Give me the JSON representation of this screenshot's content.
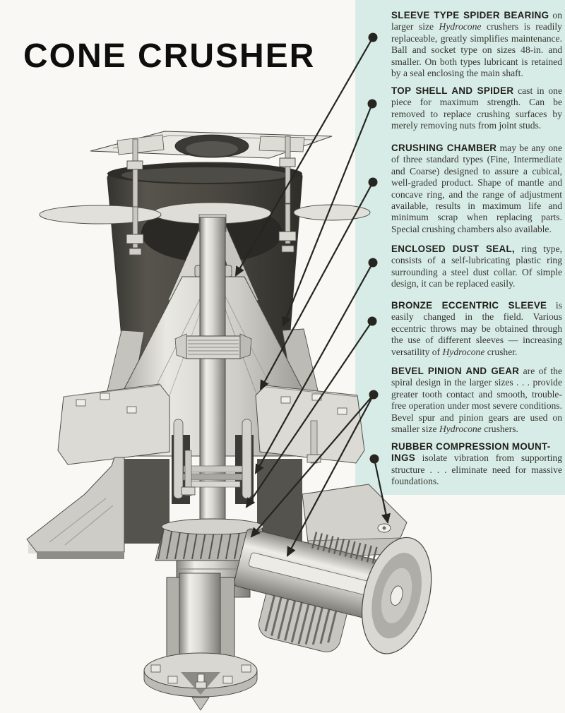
{
  "page": {
    "title": "CONE CRUSHER",
    "colors": {
      "paper": "#f9f8f4",
      "panel_teal": "#d8ece7",
      "ink": "#26251f"
    }
  },
  "diagram": {
    "description": "Cutaway technical illustration of a Hydrocone cone crusher",
    "callout_count": 7
  },
  "annotations": [
    {
      "id": "sleeve-type-spider-bearing",
      "heading": "SLEEVE TYPE SPIDER BEARING",
      "segments": [
        {
          "style": "normal",
          "text": " on larger size "
        },
        {
          "style": "italic",
          "text": "Hydrocone"
        },
        {
          "style": "normal",
          "text": " crushers is readily replaceable, greatly simplifies maintenance. Ball and socket type on sizes 48-in. and smaller. On both types lubricant is retained by a seal enclosing the main shaft."
        }
      ]
    },
    {
      "id": "top-shell-and-spider",
      "heading": "TOP SHELL AND SPIDER",
      "segments": [
        {
          "style": "normal",
          "text": " cast in one piece for maximum strength. Can be removed to replace crushing surfaces by merely removing nuts from joint studs."
        }
      ]
    },
    {
      "id": "crushing-chamber",
      "heading": "CRUSHING CHAMBER",
      "segments": [
        {
          "style": "normal",
          "text": " may be any one of three standard types (Fine, Intermediate and Coarse) designed to assure a cubical, well-graded product. Shape of mantle and concave ring, and the range of adjustment available, results in maximum life and minimum scrap when replacing parts. Special crushing chambers also available."
        }
      ]
    },
    {
      "id": "enclosed-dust-seal",
      "heading": "ENCLOSED DUST SEAL,",
      "segments": [
        {
          "style": "normal",
          "text": " ring type, consists of a self-lubricating plastic ring surrounding a steel dust collar. Of simple design, it can be replaced easily."
        }
      ]
    },
    {
      "id": "bronze-eccentric-sleeve",
      "heading": "BRONZE ECCENTRIC SLEEVE",
      "segments": [
        {
          "style": "normal",
          "text": " is easily changed in the field. Various eccentric throws may be obtained through the use of different sleeves — increasing versatility of "
        },
        {
          "style": "italic",
          "text": "Hydrocone"
        },
        {
          "style": "normal",
          "text": " crusher."
        }
      ]
    },
    {
      "id": "bevel-pinion-and-gear",
      "heading": "BEVEL PINION AND GEAR",
      "segments": [
        {
          "style": "normal",
          "text": " are of the spiral design in the larger sizes . . . provide greater tooth contact and smooth, trouble-free operation under most severe conditions. Bevel spur and pinion gears are used on smaller size "
        },
        {
          "style": "italic",
          "text": "Hydrocone"
        },
        {
          "style": "normal",
          "text": " crushers."
        }
      ]
    },
    {
      "id": "rubber-compression-mountings",
      "heading": "RUBBER COMPRESSION MOUNT-",
      "heading2": "INGS",
      "segments": [
        {
          "style": "normal",
          "text": " isolate vibration from supporting structure . . . eliminate need for massive foundations."
        }
      ]
    }
  ]
}
